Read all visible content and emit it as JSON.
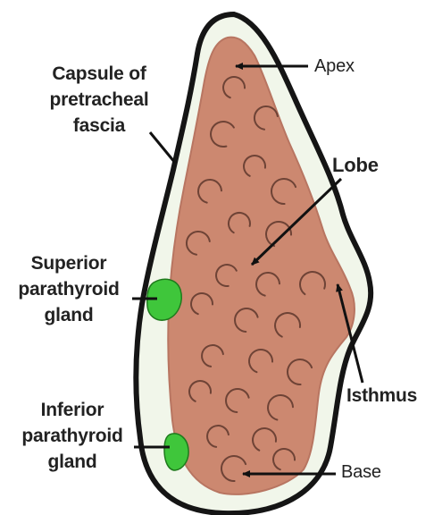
{
  "labels": {
    "capsule": [
      "Capsule of",
      "pretracheal",
      "fascia"
    ],
    "apex": "Apex",
    "lobe": "Lobe",
    "superior": [
      "Superior",
      "parathyroid",
      "gland"
    ],
    "inferior": [
      "Inferior",
      "parathyroid",
      "gland"
    ],
    "isthmus": "Isthmus",
    "base": "Base"
  },
  "colors": {
    "gland": "#cc8870",
    "gland_outline": "#b87561",
    "lobule": "#6e4336",
    "capsule_fill": "#f1f6ea",
    "capsule_outline": "#151515",
    "parathyroid": "#3fc63b",
    "pointer": "#111111"
  }
}
